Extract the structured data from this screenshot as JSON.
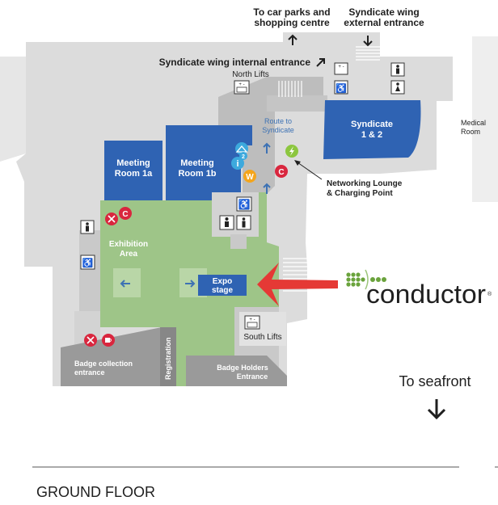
{
  "top_labels": {
    "car_parks": [
      "To car parks and",
      "shopping centre"
    ],
    "syndicate_external": [
      "Syndicate wing",
      "external entrance"
    ],
    "syndicate_internal": "Syndicate wing internal entrance",
    "north_lifts": "North Lifts"
  },
  "rooms": {
    "meeting_1a": [
      "Meeting",
      "Room 1a"
    ],
    "meeting_1b": [
      "Meeting",
      "Room 1b"
    ],
    "syndicate": [
      "Syndicate",
      "1 & 2"
    ],
    "medical": [
      "Medical",
      "Room"
    ],
    "exhibition": [
      "Exhibition",
      "Area"
    ],
    "expo": [
      "Expo",
      "stage"
    ],
    "registration": "Registration",
    "badge_collection": [
      "Badge collection",
      "entrance"
    ],
    "badge_holders": [
      "Badge Holders",
      "Entrance"
    ],
    "south_lifts": "South Lifts",
    "route": [
      "Route to",
      "Syndicate"
    ]
  },
  "callouts": {
    "networking": [
      "Networking Lounge",
      "& Charging Point"
    ],
    "seafront": "To seafront",
    "brand": "conductor",
    "brand_mark": "®",
    "floor": "GROUND FLOOR"
  },
  "icon_letters": {
    "cafe": "C",
    "wifi": "W",
    "info": "i",
    "lift_button": "2"
  },
  "colors": {
    "meeting_room": "#2f63b3",
    "exhibition": "#9ec588",
    "corridor": "#bdbdbd",
    "building": "#dcdcdc",
    "cafe_icon": "#d9263e",
    "wifi_icon": "#f4a51c",
    "info_icon": "#3da9dd",
    "charging_icon": "#8cc63f",
    "pointer": "#e53935",
    "brand_green": "#6aa33c"
  }
}
